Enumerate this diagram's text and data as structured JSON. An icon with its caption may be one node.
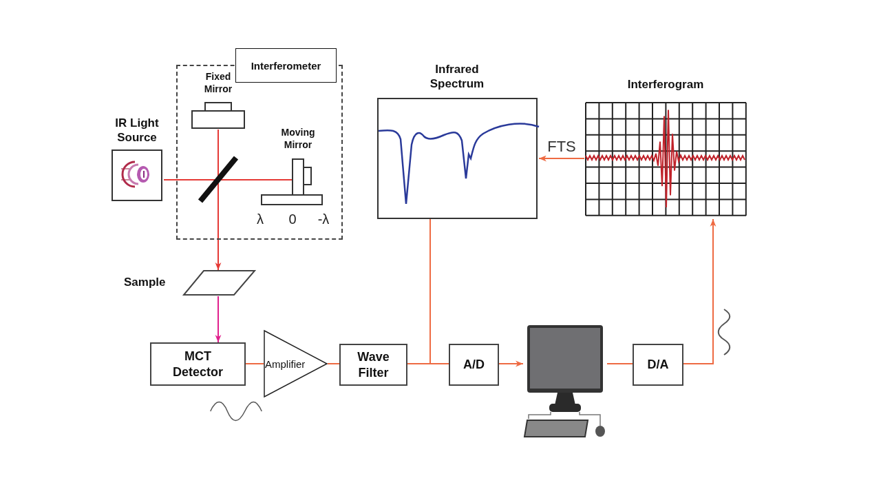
{
  "diagram": {
    "nodes": [
      {
        "text": [
          "Interferometer"
        ]
      },
      {
        "text": [
          "Fixed Mirror"
        ],
        "in": 0
      },
      {
        "text": [],
        "shape": "bar",
        "in": 0
      },
      {
        "text": [
          "Moving Mirror"
        ],
        "in": 0,
        "beside": [
          "λ",
          "0",
          "-λ"
        ]
      },
      {
        "text": [
          "IR Light Source"
        ]
      },
      {
        "text": [
          "Sample"
        ]
      },
      {
        "text": [
          "MCT Detector"
        ]
      },
      {
        "text": [
          "Amplifier"
        ]
      },
      {
        "text": [
          "Wave Filter"
        ]
      },
      {
        "text": [
          "A/D"
        ]
      },
      {
        "text": [],
        "shape": "picture"
      },
      {
        "text": [
          "D/A"
        ]
      },
      {
        "text": [
          "Infrared Spectrum"
        ]
      },
      {
        "text": [
          "Interferogram"
        ]
      }
    ],
    "edges": [
      {
        "from": 4,
        "to": 2,
        "arrow": "none",
        "color": "#e53935"
      },
      {
        "from": 2,
        "to": 1,
        "arrow": "none",
        "color": "#e53935"
      },
      {
        "from": 2,
        "to": 3,
        "arrow": "none",
        "color": "#e53935"
      },
      {
        "from": 2,
        "to": 5,
        "arrow": "to",
        "color": "#e53935"
      },
      {
        "from": 5,
        "to": 6,
        "arrow": "to",
        "color": "#e0208c"
      },
      {
        "from": 6,
        "to": 7,
        "arrow": "none"
      },
      {
        "from": 7,
        "to": 8,
        "arrow": "none"
      },
      {
        "from": 8,
        "to": 9,
        "arrow": "none"
      },
      {
        "from": 8,
        "to": 12,
        "arrow": "none"
      },
      {
        "from": 9,
        "to": 10,
        "arrow": "to"
      },
      {
        "from": 10,
        "to": 11,
        "arrow": "none"
      },
      {
        "from": 11,
        "to": 13,
        "arrow": "to"
      },
      {
        "from": 13,
        "to": 12,
        "arrow": "to",
        "label": "FTS"
      }
    ]
  }
}
